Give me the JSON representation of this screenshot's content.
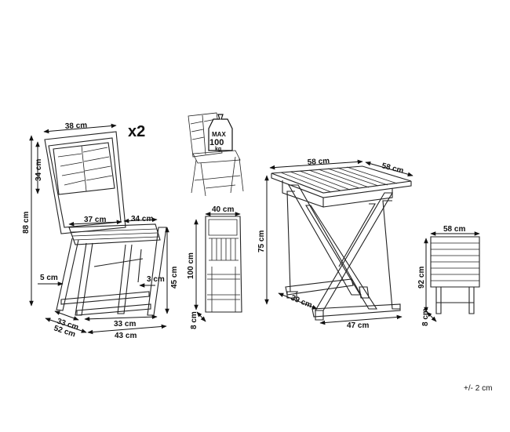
{
  "multiplier": "x2",
  "tolerance": "+/- 2 cm",
  "weight_badge": {
    "line1": "MAX",
    "line2": "100",
    "line3": "kg"
  },
  "chair": {
    "width_back": "38 cm",
    "back_height": "34 cm",
    "total_height": "88 cm",
    "seat_width": "37 cm",
    "seat_depth": "34 cm",
    "seat_height": "45 cm",
    "left_bar": "5 cm",
    "right_bar": "3 cm",
    "base_depth": "33 cm",
    "base_front": "33 cm",
    "overall_depth": "52 cm",
    "overall_width": "43 cm"
  },
  "folded_chair": {
    "width": "40 cm",
    "height": "100 cm",
    "thickness": "8 cm"
  },
  "table": {
    "top_width": "58 cm",
    "top_depth": "58 cm",
    "height": "75 cm",
    "bar": "39 cm",
    "base": "47 cm"
  },
  "folded_table": {
    "width": "58 cm",
    "height": "92 cm",
    "thickness": "8 cm"
  }
}
